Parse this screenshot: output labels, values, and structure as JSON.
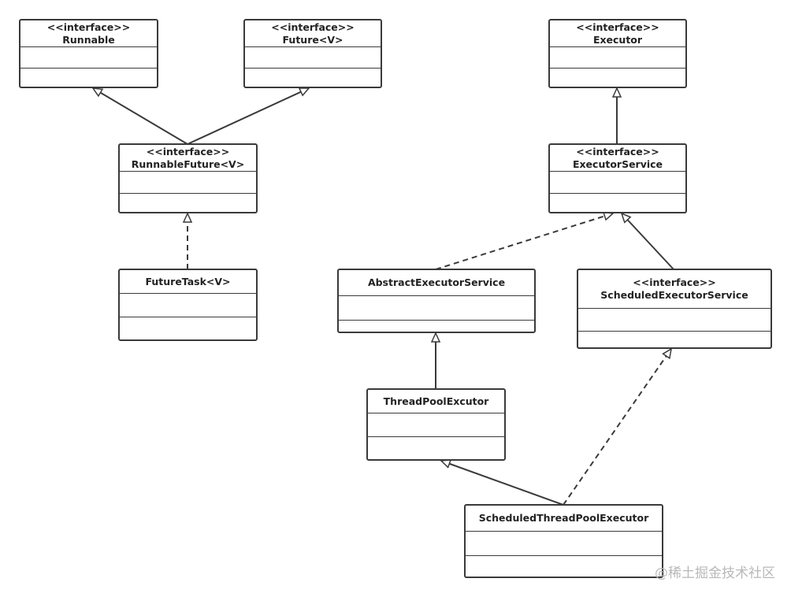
{
  "classes": {
    "runnable": {
      "stereotype": "<<interface>>",
      "name": "Runnable"
    },
    "future": {
      "stereotype": "<<interface>>",
      "name": "Future<V>"
    },
    "executor": {
      "stereotype": "<<interface>>",
      "name": "Executor"
    },
    "runnable_future": {
      "stereotype": "<<interface>>",
      "name": "RunnableFuture<V>"
    },
    "executor_service": {
      "stereotype": "<<interface>>",
      "name": "ExecutorService"
    },
    "future_task": {
      "name": "FutureTask<V>"
    },
    "abstract_executor_service": {
      "name": "AbstractExecutorService"
    },
    "scheduled_executor_service": {
      "stereotype": "<<interface>>",
      "name": "ScheduledExecutorService"
    },
    "thread_pool_executor": {
      "name": "ThreadPoolExcutor"
    },
    "scheduled_thread_pool_executor": {
      "name": "ScheduledThreadPoolExecutor"
    }
  },
  "relations": [
    {
      "from": "RunnableFuture<V>",
      "to": "Runnable",
      "kind": "generalization"
    },
    {
      "from": "RunnableFuture<V>",
      "to": "Future<V>",
      "kind": "generalization"
    },
    {
      "from": "FutureTask<V>",
      "to": "RunnableFuture<V>",
      "kind": "realization"
    },
    {
      "from": "ExecutorService",
      "to": "Executor",
      "kind": "generalization"
    },
    {
      "from": "AbstractExecutorService",
      "to": "ExecutorService",
      "kind": "realization"
    },
    {
      "from": "ScheduledExecutorService",
      "to": "ExecutorService",
      "kind": "generalization"
    },
    {
      "from": "ThreadPoolExcutor",
      "to": "AbstractExecutorService",
      "kind": "generalization"
    },
    {
      "from": "ScheduledThreadPoolExecutor",
      "to": "ThreadPoolExcutor",
      "kind": "generalization"
    },
    {
      "from": "ScheduledThreadPoolExecutor",
      "to": "ScheduledExecutorService",
      "kind": "realization"
    }
  ],
  "watermark": "@稀土掘金技术社区",
  "colors": {
    "line": "#3a3a3a",
    "watermark": "#b8b8b8"
  }
}
